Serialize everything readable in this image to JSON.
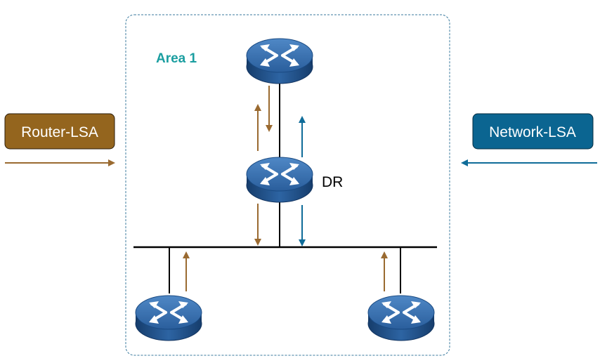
{
  "area": {
    "label": "Area 1"
  },
  "dr": {
    "label": "DR"
  },
  "legend": {
    "router_lsa": {
      "label": "Router-LSA"
    },
    "network_lsa": {
      "label": "Network-LSA"
    }
  },
  "colors": {
    "router_lsa": "#9a6a30",
    "router_lsa_fill": "#94651e",
    "network_lsa": "#0f6c99",
    "network_lsa_fill": "#0b6591",
    "area_border": "#3a7a9e",
    "area_label": "#1a9ea0",
    "router_body": "#1d4e86",
    "link": "#000000"
  },
  "icons": {
    "router": "router-icon"
  }
}
